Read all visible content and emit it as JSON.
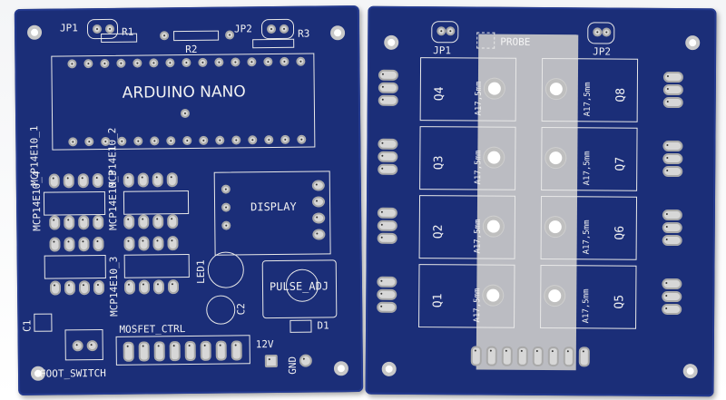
{
  "left_board": {
    "labels": {
      "jp1": "JP1",
      "r1": "R1",
      "r2": "R2",
      "jp2": "JP2",
      "r3": "R3",
      "arduino": "ARDUINO NANO",
      "mcp_1": "MCP14E10_1",
      "mcp_2": "MCP14E10_2",
      "mcp_3": "MCP14E10_3",
      "mcp_4": "MCP14E10_4",
      "display": "DISPLAY",
      "led1": "LED1",
      "c2": "C2",
      "pulse_adj": "PULSE_ADJ",
      "c1": "C1",
      "mosfet_ctrl": "MOSFET_CTRL",
      "d1": "D1",
      "v12": "12V",
      "gnd": "GND",
      "foot_switch": "FOOT_SWITCH"
    }
  },
  "right_board": {
    "labels": {
      "jp1": "JP1",
      "jp2": "JP2",
      "probe": "PROBE",
      "q1": "Q1",
      "q2": "Q2",
      "q3": "Q3",
      "q4": "Q4",
      "q5": "Q5",
      "q6": "Q6",
      "q7": "Q7",
      "q8": "Q8",
      "mm": "A17,5mm"
    }
  }
}
